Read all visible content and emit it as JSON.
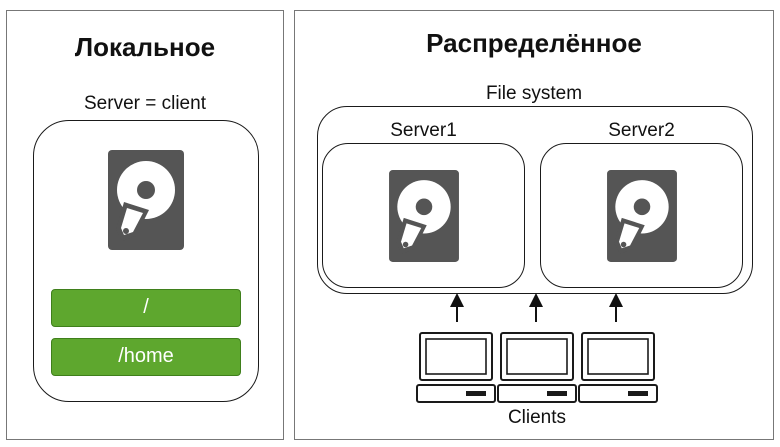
{
  "local": {
    "title": "Локальное",
    "subtitle": "Server = client",
    "partitions": [
      "/",
      "/home"
    ]
  },
  "distributed": {
    "title": "Распределённое",
    "group_label": "File system",
    "servers": [
      "Server1",
      "Server2"
    ],
    "clients_label": "Clients"
  },
  "icons": {
    "disk": "hard-drive-icon",
    "client": "computer-terminal-icon",
    "arrow": "arrow-up-icon"
  },
  "colors": {
    "partition_fill": "#5ea72e",
    "disk_fill": "#555555"
  }
}
